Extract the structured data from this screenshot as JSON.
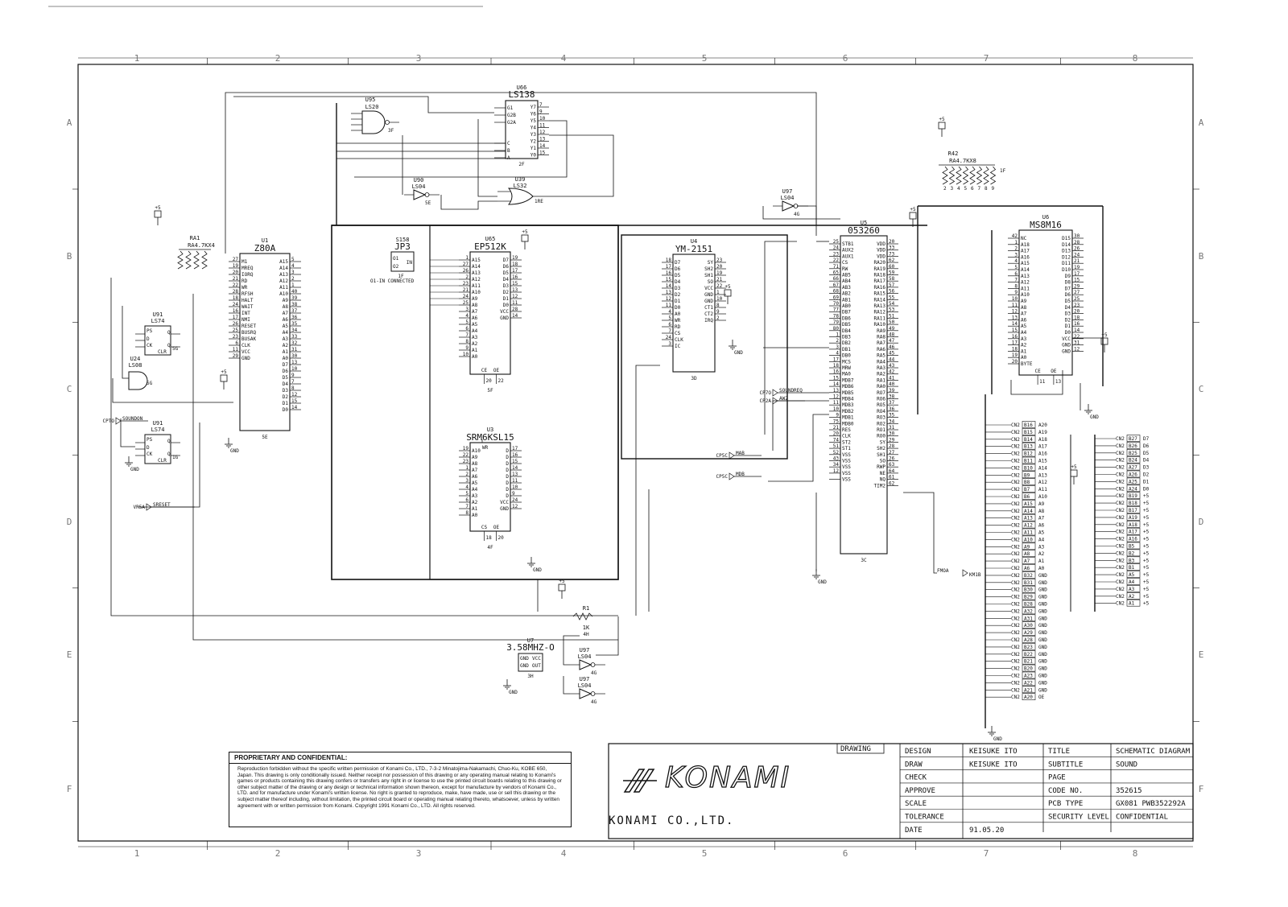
{
  "zones": {
    "cols_top": [
      "1",
      "2",
      "3",
      "4",
      "5",
      "6",
      "7",
      "8"
    ],
    "cols_bottom": [
      "1",
      "2",
      "3",
      "4",
      "5",
      "6",
      "7",
      "8"
    ],
    "rows": [
      "A",
      "B",
      "C",
      "D",
      "E",
      "F"
    ]
  },
  "parts": {
    "u1": {
      "ref": "U1",
      "name": "Z80A",
      "loc": "5E",
      "left_pins": [
        "M1",
        "MREQ",
        "IORQ",
        "RD",
        "WR",
        "RFSH",
        "HALT",
        "WAIT",
        "INT",
        "NMI",
        "RESET",
        "BUSRQ",
        "BUSAK",
        "CLK",
        "VCC",
        "GND"
      ],
      "left_nums": [
        "27",
        "19",
        "20",
        "21",
        "22",
        "28",
        "18",
        "24",
        "16",
        "17",
        "26",
        "25",
        "23",
        "6",
        "11",
        "29"
      ],
      "right_pins": [
        "A15",
        "A14",
        "A13",
        "A12",
        "A11",
        "A10",
        "A9",
        "A8",
        "A7",
        "A6",
        "A5",
        "A4",
        "A3",
        "A2",
        "A1",
        "A0",
        "D7",
        "D6",
        "D5",
        "D4",
        "D3",
        "D2",
        "D1",
        "D0"
      ],
      "right_nums": [
        "5",
        "4",
        "3",
        "2",
        "1",
        "40",
        "39",
        "38",
        "37",
        "36",
        "35",
        "34",
        "33",
        "32",
        "31",
        "30",
        "13",
        "10",
        "9",
        "7",
        "8",
        "12",
        "15",
        "14"
      ]
    },
    "u65": {
      "ref": "U65",
      "name": "EP512K",
      "loc": "5F",
      "left_pins": [
        "A15",
        "A14",
        "A13",
        "A12",
        "A11",
        "A10",
        "A9",
        "A8",
        "A7",
        "A6",
        "A5",
        "A4",
        "A3",
        "A2",
        "A1",
        "A0"
      ],
      "left_nums": [
        "1",
        "27",
        "26",
        "2",
        "23",
        "21",
        "24",
        "25",
        "3",
        "4",
        "5",
        "6",
        "7",
        "8",
        "9",
        "10"
      ],
      "right_pins": [
        "D7",
        "D6",
        "D5",
        "D4",
        "D3",
        "D2",
        "D1",
        "D0",
        "VCC",
        "GND"
      ],
      "right_nums": [
        "19",
        "18",
        "17",
        "16",
        "15",
        "13",
        "12",
        "11",
        "28",
        "14"
      ],
      "bottom": [
        "CE",
        "OE"
      ],
      "bottom_nums": [
        "20",
        "22"
      ]
    },
    "u3": {
      "ref": "U3",
      "name": "SRM6KSL15",
      "loc": "4F",
      "left_pins": [
        "A10",
        "A9",
        "A8",
        "A7",
        "A6",
        "A5",
        "A4",
        "A3",
        "A2",
        "A1",
        "A0"
      ],
      "left_nums": [
        "19",
        "22",
        "23",
        "1",
        "2",
        "3",
        "4",
        "5",
        "6",
        "7",
        "8"
      ],
      "right_pins": [
        "D",
        "D",
        "D",
        "D",
        "D",
        "D",
        "D",
        "D",
        "VCC",
        "GND"
      ],
      "right_nums": [
        "17",
        "16",
        "15",
        "14",
        "13",
        "11",
        "10",
        "9",
        "24",
        "12"
      ],
      "top": "WR",
      "bottom": [
        "CS",
        "OE"
      ],
      "bottom_nums": [
        "18",
        "20"
      ]
    },
    "u4": {
      "ref": "U4",
      "name": "YM-2151",
      "loc": "3D",
      "left_pins": [
        "D7",
        "D6",
        "D5",
        "D4",
        "D3",
        "D2",
        "D1",
        "D0",
        "A0",
        "WR",
        "RD",
        "CS",
        "CLK",
        "IC"
      ],
      "left_nums": [
        "18",
        "17",
        "16",
        "15",
        "14",
        "13",
        "12",
        "11",
        "4",
        "5",
        "6",
        "7",
        "24",
        "3"
      ],
      "right_pins": [
        "SY",
        "SH2",
        "SH1",
        "SO",
        "VCC",
        "GND",
        "GND",
        "CT1",
        "CT2",
        "IRQ"
      ],
      "right_nums": [
        "23",
        "20",
        "19",
        "21",
        "22",
        "1",
        "10",
        "8",
        "9",
        "2"
      ]
    },
    "u5": {
      "ref": "U5",
      "name": "053260",
      "loc": "3C",
      "left_pins": [
        "STB1",
        "AUX2",
        "AUX1",
        "CS",
        "RW",
        "AB5",
        "AB4",
        "AB3",
        "AB2",
        "AB1",
        "AB0",
        "DB7",
        "DB6",
        "DB5",
        "DB4",
        "DB3",
        "DB2",
        "DB1",
        "DB0",
        "MCS",
        "MRW",
        "MA0",
        "MDB7",
        "MDB6",
        "MDB5",
        "MDB4",
        "MDB3",
        "MDB2",
        "MDB1",
        "MDB0",
        "RES",
        "CLK",
        "ST2",
        "ST1",
        "VSS",
        "VSS",
        "VSS",
        "VSS",
        "VSS"
      ],
      "left_nums": [
        "25",
        "24",
        "23",
        "22",
        "71",
        "65",
        "66",
        "67",
        "68",
        "69",
        "70",
        "77",
        "78",
        "79",
        "80",
        "1",
        "2",
        "3",
        "4",
        "17",
        "18",
        "16",
        "15",
        "14",
        "13",
        "12",
        "11",
        "10",
        "9",
        "75",
        "21",
        "20",
        "74",
        "51",
        "52",
        "43",
        "34",
        "12"
      ],
      "right_pins": [
        "VDD",
        "VDD",
        "VDD",
        "RA20",
        "RA19",
        "RA18",
        "RA17",
        "RA16",
        "RA15",
        "RA14",
        "RA13",
        "RA12",
        "RA11",
        "RA10",
        "RA9",
        "RA8",
        "RA7",
        "RA6",
        "RA5",
        "RA4",
        "RA3",
        "RA2",
        "RA1",
        "RA0",
        "RO7",
        "RO6",
        "RO5",
        "RO4",
        "RO3",
        "RO2",
        "RO1",
        "RO0",
        "SY",
        "SH2",
        "SH1",
        "SO",
        "RWP",
        "NE",
        "NQ",
        "TIM2"
      ],
      "right_nums": [
        "20",
        "33",
        "73",
        "62",
        "60",
        "59",
        "58",
        "57",
        "56",
        "55",
        "54",
        "53",
        "51",
        "50",
        "49",
        "48",
        "47",
        "46",
        "45",
        "44",
        "43",
        "42",
        "41",
        "40",
        "39",
        "38",
        "37",
        "36",
        "35",
        "34",
        "31",
        "30",
        "29",
        "28",
        "27",
        "26",
        "63",
        "64",
        "61",
        "62"
      ]
    },
    "u6": {
      "ref": "U6",
      "name": "MS8M16",
      "loc": "",
      "left_pins": [
        "NC",
        "A18",
        "A17",
        "A16",
        "A15",
        "A14",
        "A13",
        "A12",
        "A11",
        "A10",
        "A9",
        "A8",
        "A7",
        "A6",
        "A5",
        "A4",
        "A3",
        "A2",
        "A1",
        "A0",
        "BYTE"
      ],
      "left_nums": [
        "42",
        "1",
        "2",
        "3",
        "4",
        "5",
        "6",
        "7",
        "8",
        "9",
        "10",
        "11",
        "12",
        "13",
        "14",
        "15",
        "16",
        "17",
        "18",
        "19",
        "20"
      ],
      "right_pins": [
        "D15",
        "D14",
        "D13",
        "D12",
        "D11",
        "D10",
        "D9",
        "D8",
        "D7",
        "D6",
        "D5",
        "D4",
        "D3",
        "D2",
        "D1",
        "D0",
        "VCC",
        "GND",
        "GND"
      ],
      "right_nums": [
        "30",
        "28",
        "26",
        "24",
        "21",
        "19",
        "17",
        "15",
        "29",
        "27",
        "25",
        "23",
        "20",
        "18",
        "16",
        "14",
        "22",
        "31",
        "12"
      ],
      "bottom": [
        "CE",
        "OE"
      ],
      "bottom_nums": [
        "11",
        "13"
      ]
    },
    "u66": {
      "ref": "U66",
      "name": "LS138",
      "loc": "2F",
      "left_pins": [
        "G1",
        "G2B",
        "G2A",
        "C",
        "B",
        "A"
      ],
      "right_pins": [
        "Y7",
        "Y6",
        "Y5",
        "Y4",
        "Y3",
        "Y2",
        "Y1",
        "Y0"
      ],
      "right_nums": [
        "7",
        "9",
        "10",
        "11",
        "12",
        "13",
        "14",
        "15"
      ]
    },
    "u95": {
      "ref": "U95",
      "name": "LS20",
      "loc": "3F"
    },
    "u90": {
      "ref": "U90",
      "name": "LS04",
      "loc": "5E"
    },
    "u39": {
      "ref": "U39",
      "name": "LS32",
      "loc": "1RE"
    },
    "u97a": {
      "ref": "U97",
      "name": "LS04",
      "loc": "4G"
    },
    "u91a": {
      "ref": "U91",
      "name": "LS74",
      "loc": "5G"
    },
    "u24": {
      "ref": "U24",
      "name": "LS08",
      "loc": "5G"
    },
    "u91b": {
      "ref": "U91",
      "name": "LS74",
      "loc": "1G"
    },
    "u7": {
      "ref": "U7",
      "name": "3.58MHZ-O",
      "loc": "3H",
      "pins": [
        "GND",
        "VCC",
        "GND",
        "OUT"
      ]
    },
    "u97b": {
      "ref": "U97",
      "name": "LS04",
      "loc": "4G"
    },
    "u97c": {
      "ref": "U97",
      "name": "LS04",
      "loc": "4G"
    },
    "s158": {
      "ref": "S158",
      "name": "JP3",
      "note": "O1-IN CONNECTED",
      "pins": [
        "O1",
        "O2",
        "IN"
      ],
      "loc": "1F"
    },
    "ra1": {
      "ref": "RA1",
      "name": "RA4.7KX4"
    },
    "ra42": {
      "ref": "R42",
      "name": "RA4.7KX8",
      "nums": [
        "2",
        "3",
        "4",
        "5",
        "6",
        "7",
        "8",
        "9"
      ],
      "loc": "1F"
    },
    "r1": {
      "ref": "R1",
      "name": "1K",
      "loc": "4H"
    }
  },
  "nets": {
    "cpto_soundon": "SOUNDON",
    "cpto_label": "CPTO",
    "sreset": "SRESET",
    "vr5a": "VR5A",
    "soundreq": "SOUNDREQ",
    "cp7o": "CP7O",
    "cp2a": "CP2A",
    "aw2": "AW2",
    "cp5c_a": "CP5C",
    "mab": "MAB",
    "cp5c_b": "CP5C",
    "mdb": "MDB",
    "fm0a": "FMOA",
    "km1b": "KM1B",
    "vcc": "+5",
    "gnd": "GND"
  },
  "connector": {
    "name": "CN2",
    "left_rows": [
      [
        "B16",
        "A20"
      ],
      [
        "B15",
        "A19"
      ],
      [
        "B14",
        "A18"
      ],
      [
        "B13",
        "A17"
      ],
      [
        "B12",
        "A16"
      ],
      [
        "B11",
        "A15"
      ],
      [
        "B10",
        "A14"
      ],
      [
        "B9",
        "A13"
      ],
      [
        "B8",
        "A12"
      ],
      [
        "B7",
        "A11"
      ],
      [
        "B6",
        "A10"
      ],
      [
        "A15",
        "A9"
      ],
      [
        "A14",
        "A8"
      ],
      [
        "A13",
        "A7"
      ],
      [
        "A12",
        "A6"
      ],
      [
        "A11",
        "A5"
      ],
      [
        "A10",
        "A4"
      ],
      [
        "A9",
        "A3"
      ],
      [
        "A8",
        "A2"
      ],
      [
        "A7",
        "A1"
      ],
      [
        "A6",
        "A0"
      ],
      [
        "B32",
        "GND"
      ],
      [
        "B31",
        "GND"
      ],
      [
        "B30",
        "GND"
      ],
      [
        "B29",
        "GND"
      ],
      [
        "B28",
        "GND"
      ],
      [
        "A32",
        "GND"
      ],
      [
        "A31",
        "GND"
      ],
      [
        "A30",
        "GND"
      ],
      [
        "A29",
        "GND"
      ],
      [
        "A28",
        "GND"
      ],
      [
        "B23",
        "GND"
      ],
      [
        "B22",
        "GND"
      ],
      [
        "B21",
        "GND"
      ],
      [
        "B20",
        "GND"
      ],
      [
        "A23",
        "GND"
      ],
      [
        "A22",
        "GND"
      ],
      [
        "A21",
        "GND"
      ],
      [
        "A20",
        "OE"
      ]
    ],
    "right_rows": [
      [
        "B27",
        "D7"
      ],
      [
        "B26",
        "D6"
      ],
      [
        "B25",
        "D5"
      ],
      [
        "B24",
        "D4"
      ],
      [
        "A27",
        "D3"
      ],
      [
        "A26",
        "D2"
      ],
      [
        "A25",
        "D1"
      ],
      [
        "A24",
        "D0"
      ],
      [
        "B19",
        "+5"
      ],
      [
        "B18",
        "+5"
      ],
      [
        "B17",
        "+5"
      ],
      [
        "A19",
        "+5"
      ],
      [
        "A18",
        "+5"
      ],
      [
        "A17",
        "+5"
      ],
      [
        "A16",
        "+5"
      ],
      [
        "B5",
        "+5"
      ],
      [
        "B2",
        "+5"
      ],
      [
        "B3",
        "+5"
      ],
      [
        "B1",
        "+5"
      ],
      [
        "A5",
        "+5"
      ],
      [
        "A4",
        "+5"
      ],
      [
        "A3",
        "+5"
      ],
      [
        "A2",
        "+5"
      ],
      [
        "A1",
        "+5"
      ]
    ]
  },
  "title_block": {
    "drawing": "DRAWING",
    "rows": [
      {
        "label": "DESIGN",
        "value": "KEISUKE ITO",
        "key": "TITLE",
        "info": "SCHEMATIC DIAGRAM"
      },
      {
        "label": "DRAW",
        "value": "KEISUKE ITO",
        "key": "SUBTITLE",
        "info": "SOUND"
      },
      {
        "label": "CHECK",
        "value": "",
        "key": "PAGE",
        "info": ""
      },
      {
        "label": "APPROVE",
        "value": "",
        "key": "CODE NO.",
        "info": "352615"
      },
      {
        "label": "SCALE",
        "value": "",
        "key": "PCB TYPE",
        "info": "GX081 PWB352292A"
      },
      {
        "label": "TOLERANCE",
        "value": "",
        "key": "SECURITY LEVEL",
        "info": "CONFIDENTIAL"
      },
      {
        "label": "DATE",
        "value": "91.05.20",
        "key": "",
        "info": ""
      }
    ],
    "company": "KONAMI CO.,LTD.",
    "logo": "KONAMI"
  },
  "notice": {
    "title": "PROPRIETARY AND CONFIDENTIAL:",
    "body": "Reproduction forbidden without the specific written permission of Konami Co., LTD., 7-3-2 Minatojima-Nakamachi, Chuo-Ku, KOBE 650, Japan. This drawing is only conditionally issued. Neither receipt nor possession of this drawing or any operating manual relating to Konami's games or products containing this drawing confers or transfers any right in or license to use the printed circuit boards relating to this drawing or other subject matter of the drawing or any design or technical information shown thereon, except for manufacture by vendors of Konami Co., LTD. and for manufacture under Konami's written license. No right is granted to reproduce, make, have made, use or sell this drawing or the subject matter thereof including, without limitation, the printed circuit board or operating manual relating thereto, whatsoever, unless by written agreement with or written permission from Konami. Copyright 1991 Konami Co., LTD. All rights reserved."
  }
}
